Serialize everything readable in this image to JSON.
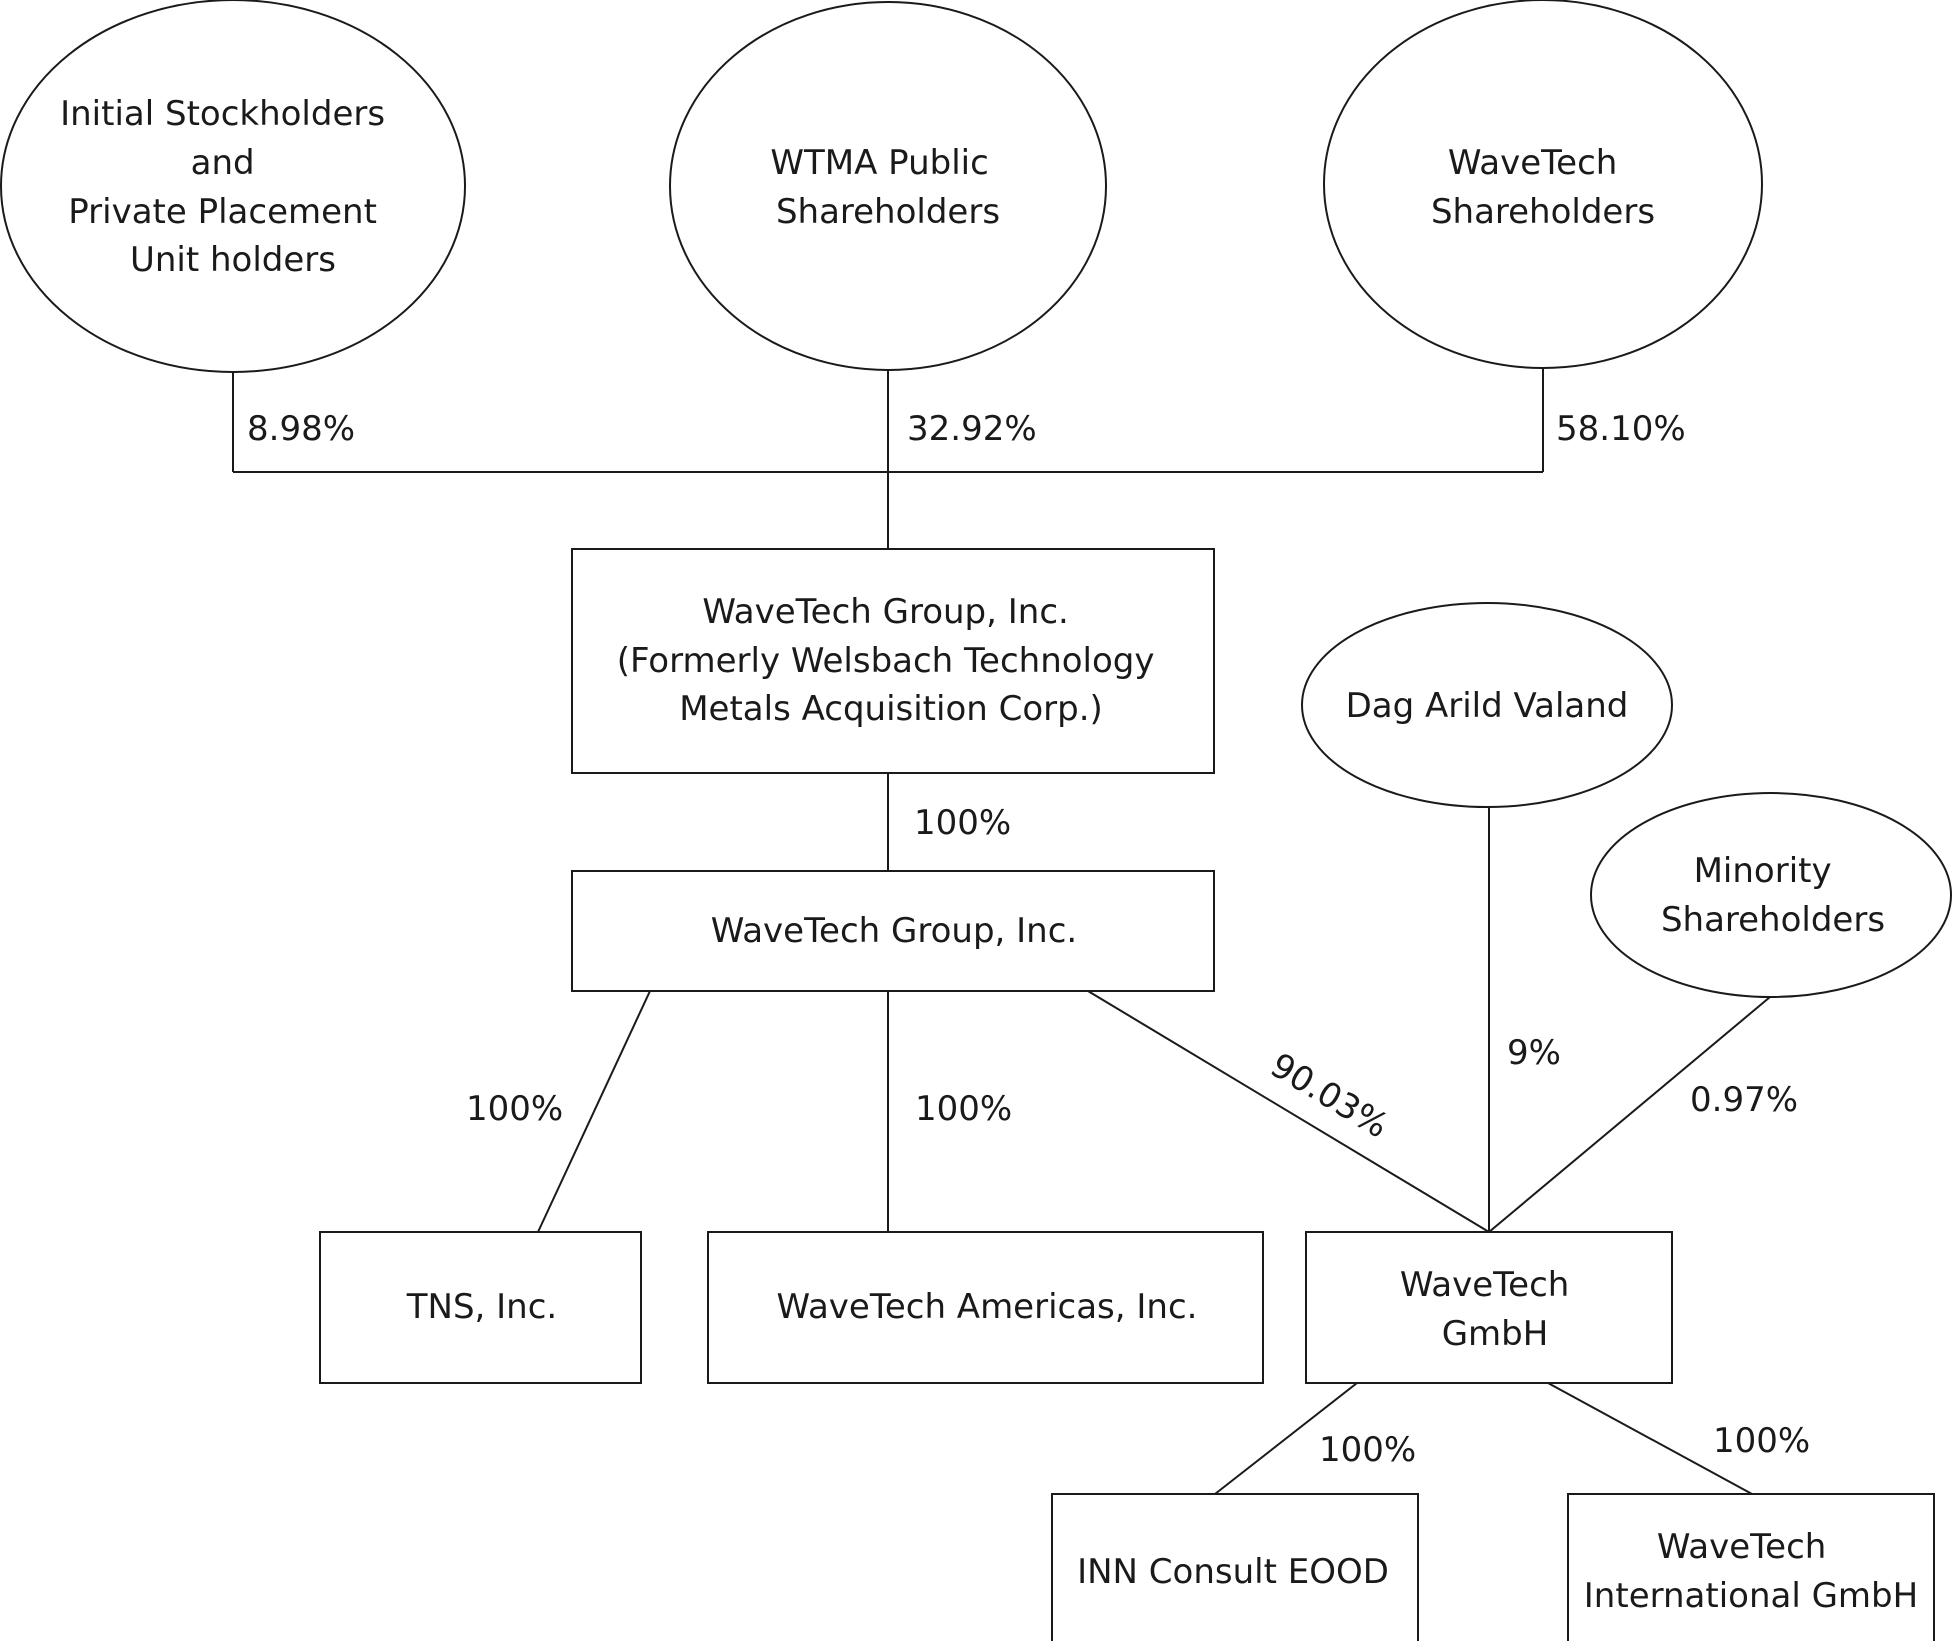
{
  "nodes": {
    "initial_stockholders": {
      "lines": [
        "Initial Stockholders",
        "and",
        "Private Placement",
        "Unit holders"
      ]
    },
    "wtma_public": {
      "lines": [
        "WTMA Public",
        "Shareholders"
      ]
    },
    "wavetech_shareholders": {
      "lines": [
        "WaveTech",
        "Shareholders"
      ]
    },
    "wavetech_group_parent": {
      "lines": [
        "WaveTech Group, Inc.",
        "(Formerly Welsbach Technology",
        "Metals Acquisition Corp.)"
      ]
    },
    "wavetech_group_sub": {
      "lines": [
        "WaveTech Group, Inc."
      ]
    },
    "dag_arild_valand": {
      "lines": [
        "Dag Arild Valand"
      ]
    },
    "minority_shareholders": {
      "lines": [
        "Minority",
        "Shareholders"
      ]
    },
    "tns": {
      "lines": [
        "TNS, Inc."
      ]
    },
    "wavetech_americas": {
      "lines": [
        "WaveTech Americas, Inc."
      ]
    },
    "wavetech_gmbh": {
      "lines": [
        "WaveTech",
        "GmbH"
      ]
    },
    "inn_consult": {
      "lines": [
        "INN Consult EOOD"
      ]
    },
    "wavetech_international": {
      "lines": [
        "WaveTech",
        "International GmbH"
      ]
    }
  },
  "edges": {
    "initial_to_parent": "8.98%",
    "wtma_to_parent": "32.92%",
    "wavetech_sh_to_parent": "58.10%",
    "parent_to_sub": "100%",
    "sub_to_tns": "100%",
    "sub_to_americas": "100%",
    "sub_to_gmbh": "90.03%",
    "valand_to_gmbh": "9%",
    "minority_to_gmbh": "0.97%",
    "gmbh_to_inn": "100%",
    "gmbh_to_international": "100%"
  }
}
